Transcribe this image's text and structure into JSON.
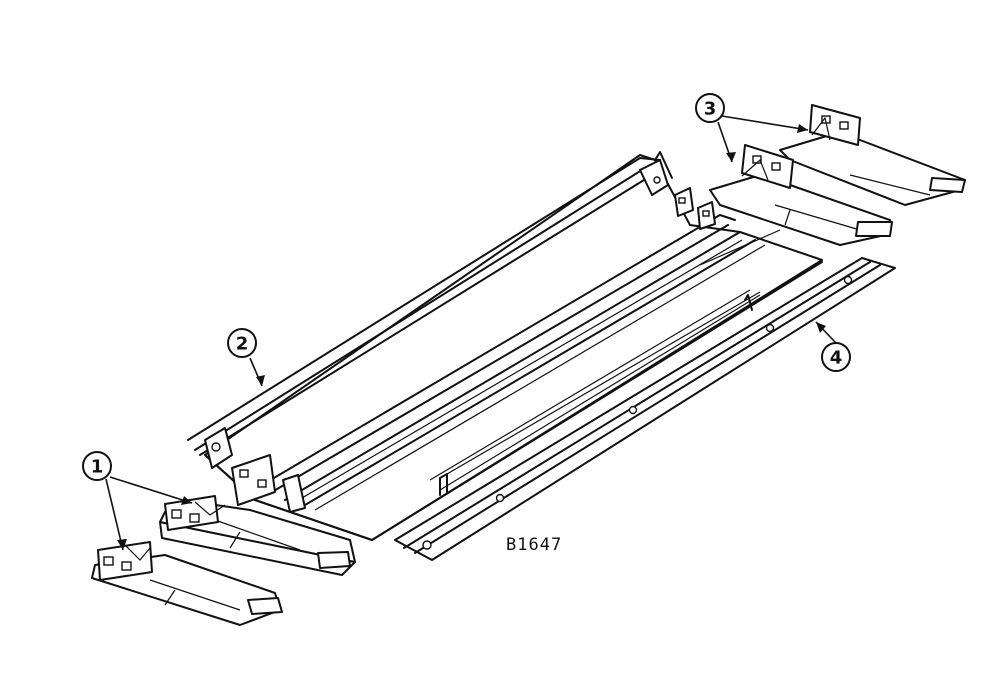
{
  "callouts": [
    {
      "id": "1",
      "label": "1"
    },
    {
      "id": "2",
      "label": "2"
    },
    {
      "id": "3",
      "label": "3"
    },
    {
      "id": "4",
      "label": "4"
    }
  ],
  "reference_code": "B1647"
}
